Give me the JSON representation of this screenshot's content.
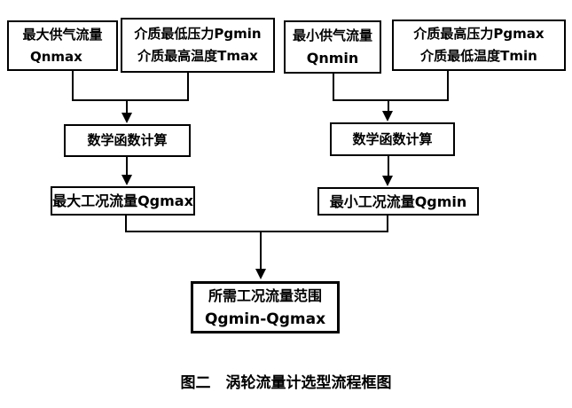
{
  "figure": {
    "caption": "图二　涡轮流量计选型流程框图"
  },
  "nodes": {
    "qnmax": {
      "line1": "最大供气流量",
      "line2": "Qnmax"
    },
    "pgmin_tmax": {
      "line1": "介质最低压力Pgmin",
      "line2": "介质最高温度Tmax"
    },
    "qnmin": {
      "line1": "最小供气流量",
      "line2": "Qnmin"
    },
    "pgmax_tmin": {
      "line1": "介质最高压力Pgmax",
      "line2": "介质最低温度Tmin"
    },
    "calc_left": {
      "label": "数学函数计算"
    },
    "calc_right": {
      "label": "数学函数计算"
    },
    "qgmax": {
      "label": "最大工况流量Qgmax"
    },
    "qgmin": {
      "label": "最小工况流量Qgmin"
    },
    "result": {
      "line1": "所需工况流量范围",
      "line2": "Qgmin-Qgmax"
    }
  },
  "colors": {
    "line": "#000000",
    "background": "#ffffff",
    "text": "#000000"
  }
}
